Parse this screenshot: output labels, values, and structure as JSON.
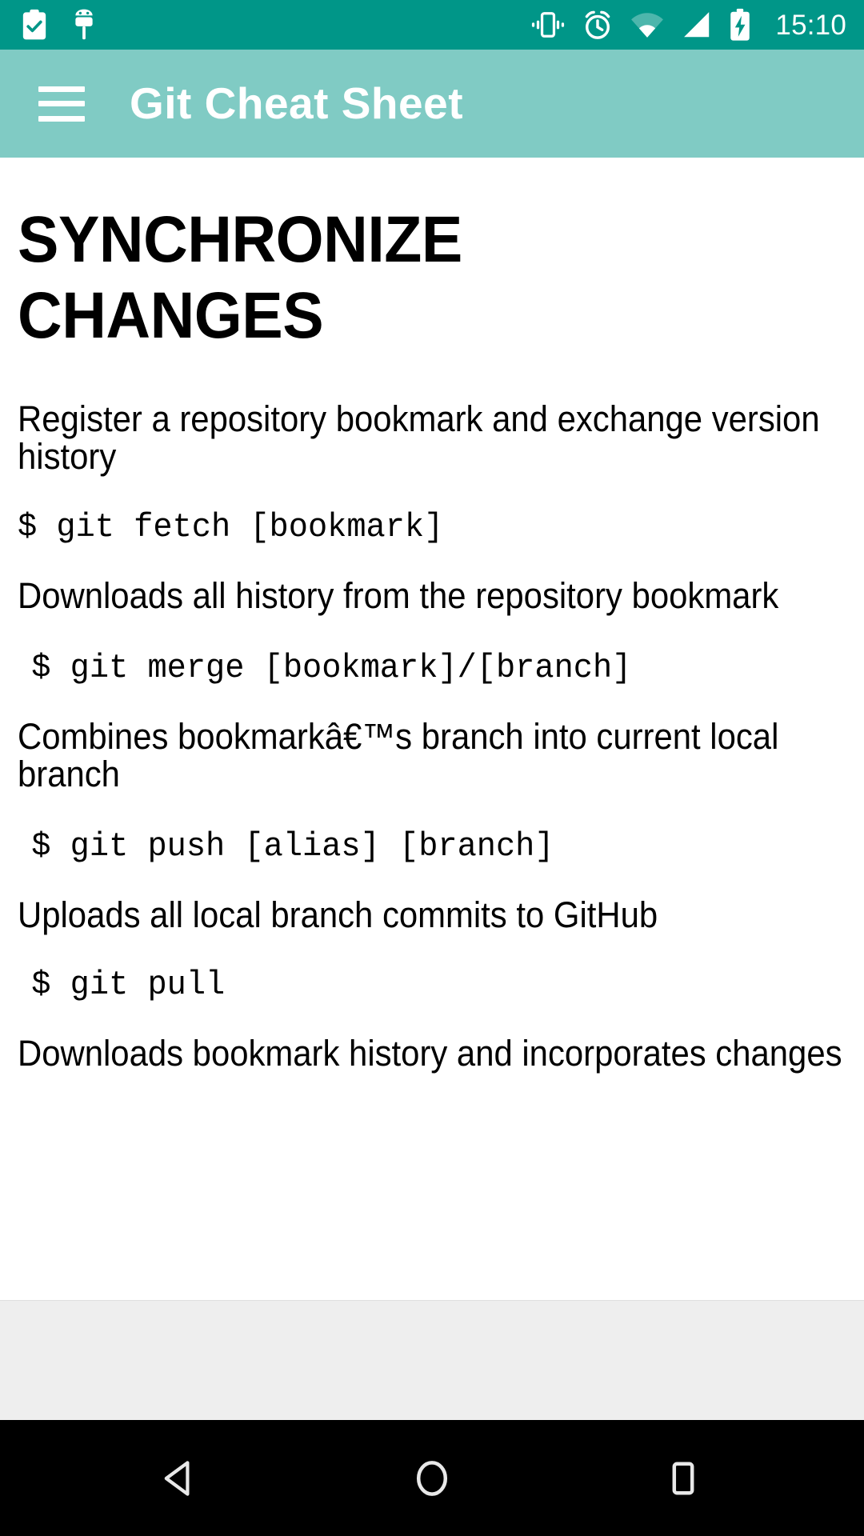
{
  "status_bar": {
    "background": "#009688",
    "foreground": "#ffffff",
    "time": "15:10",
    "left_icons": [
      "clipboard-check-icon",
      "android-usb-debug-icon"
    ],
    "right_icons": [
      "vibrate-icon",
      "alarm-icon",
      "wifi-icon",
      "cell-signal-icon",
      "battery-charging-icon"
    ]
  },
  "app_bar": {
    "background": "#80cbc4",
    "menu_icon": "hamburger-menu-icon",
    "title": "Git Cheat Sheet"
  },
  "content": {
    "heading": "SYNCHRONIZE CHANGES",
    "blocks": [
      {
        "type": "paragraph",
        "text": "Register a repository bookmark and exchange version history"
      },
      {
        "type": "code",
        "text": "$ git fetch [bookmark]"
      },
      {
        "type": "paragraph",
        "text": "Downloads all history from the repository bookmark"
      },
      {
        "type": "code",
        "text": "$ git merge [bookmark]/[branch]"
      },
      {
        "type": "paragraph",
        "text": "Combines bookmarkâ€™s branch into current local branch"
      },
      {
        "type": "code",
        "text": "$ git push [alias] [branch]"
      },
      {
        "type": "paragraph",
        "text": "Uploads all local branch commits to GitHub"
      },
      {
        "type": "code",
        "text": "$ git pull"
      },
      {
        "type": "paragraph",
        "text": "Downloads bookmark history and incorporates changes"
      }
    ]
  },
  "footer_band": {
    "background": "#eeeeee"
  },
  "nav_bar": {
    "background": "#000000",
    "buttons": [
      "back-nav-button",
      "home-nav-button",
      "recents-nav-button"
    ]
  }
}
